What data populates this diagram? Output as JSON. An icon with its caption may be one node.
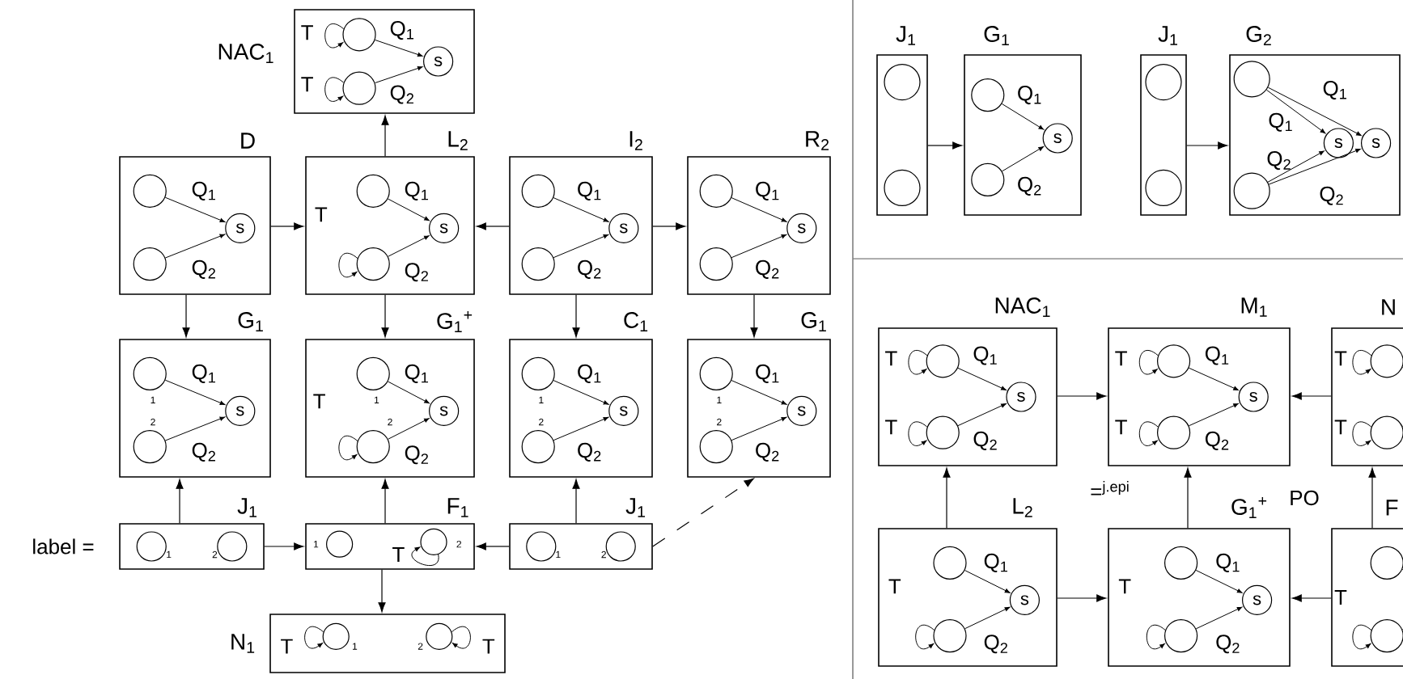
{
  "diagram": {
    "nodes": [
      {
        "text": [
          "NAC$_{1}$",
          "T",
          "Q$_{1}$",
          "s",
          "T",
          "Q$_{2}$"
        ]
      },
      {
        "text": [
          "D",
          "Q$_{1}$",
          "s",
          "Q$_{2}$"
        ]
      },
      {
        "text": [
          "L$_{2}$",
          "Q$_{1}$",
          "T",
          "s",
          "Q$_{2}$"
        ]
      },
      {
        "text": [
          "I$_{2}$",
          "Q$_{1}$",
          "s",
          "Q$_{2}$"
        ]
      },
      {
        "text": [
          "R$_{2}$",
          "Q$_{1}$",
          "s",
          "Q$_{2}$"
        ]
      },
      {
        "text": [
          "G$_{1}$",
          "Q$_{1}$",
          "1",
          "s",
          "2",
          "Q$_{2}$"
        ]
      },
      {
        "text": [
          "G$_{1}$$^{+}$",
          "Q$_{1}$",
          "1",
          "T",
          "2",
          "s",
          "Q$_{2}$"
        ]
      },
      {
        "text": [
          "C$_{1}$",
          "Q$_{1}$",
          "1",
          "s",
          "2",
          "Q$_{2}$"
        ]
      },
      {
        "text": [
          "G$_{1}$",
          "Q$_{1}$",
          "1",
          "s",
          "2",
          "Q$_{2}$"
        ]
      },
      {
        "text": [
          "J$_{1}$",
          "1",
          "2"
        ]
      },
      {
        "text": [
          "F$_{1}$",
          "1",
          "T",
          "2"
        ]
      },
      {
        "text": [
          "J$_{1}$",
          "1",
          "2"
        ]
      },
      {
        "text": [
          "N$_{1}$",
          "T",
          "1",
          "2",
          "T"
        ]
      },
      {
        "text": [
          "J$_{1}$"
        ]
      },
      {
        "text": [
          "G$_{1}$",
          "Q$_{1}$",
          "s",
          "Q$_{2}$"
        ]
      },
      {
        "text": [
          "J$_{1}$"
        ]
      },
      {
        "text": [
          "G$_{2}$",
          "Q$_{1}$",
          "Q$_{1}$",
          "s",
          "s",
          "Q$_{2}$",
          "Q$_{2}$"
        ]
      },
      {
        "text": [
          "NAC$_{1}$",
          "T",
          "Q$_{1}$",
          "s",
          "T",
          "Q$_{2}$"
        ]
      },
      {
        "text": [
          "M$_{1}$",
          "T",
          "Q$_{1}$",
          "s",
          "T",
          "Q$_{2}$"
        ]
      },
      {
        "text": [
          "N",
          "T",
          "T"
        ]
      },
      {
        "text": [
          "L$_{2}$",
          "Q$_{1}$",
          "T",
          "s",
          "Q$_{2}$"
        ]
      },
      {
        "text": [
          "G$_{1}$$^{+}$",
          "Q$_{1}$",
          "T",
          "s",
          "Q$_{2}$"
        ]
      },
      {
        "text": [
          "F",
          "T"
        ]
      }
    ],
    "edges": [
      {
        "from": 2,
        "to": 0,
        "arrow": "to"
      },
      {
        "from": 1,
        "to": 2,
        "arrow": "to"
      },
      {
        "from": 3,
        "to": 2,
        "arrow": "to"
      },
      {
        "from": 3,
        "to": 4,
        "arrow": "to"
      },
      {
        "from": 1,
        "to": 5,
        "arrow": "to"
      },
      {
        "from": 2,
        "to": 6,
        "arrow": "to"
      },
      {
        "from": 3,
        "to": 7,
        "arrow": "to"
      },
      {
        "from": 4,
        "to": 8,
        "arrow": "to"
      },
      {
        "from": 9,
        "to": 5,
        "arrow": "to"
      },
      {
        "from": 10,
        "to": 6,
        "arrow": "to"
      },
      {
        "from": 11,
        "to": 7,
        "arrow": "to"
      },
      {
        "from": 9,
        "to": 10,
        "arrow": "to"
      },
      {
        "from": 11,
        "to": 10,
        "arrow": "to"
      },
      {
        "from": 10,
        "to": 12,
        "arrow": "to"
      },
      {
        "from": 11,
        "to": 8,
        "arrow": "to",
        "style": "dashed"
      },
      {
        "from": 13,
        "to": 14,
        "arrow": "to"
      },
      {
        "from": 15,
        "to": 16,
        "arrow": "to"
      },
      {
        "from": 17,
        "to": 18,
        "arrow": "to"
      },
      {
        "from": 19,
        "to": 18,
        "arrow": "to"
      },
      {
        "from": 20,
        "to": 17,
        "arrow": "to"
      },
      {
        "from": 21,
        "to": 18,
        "arrow": "to"
      },
      {
        "from": 22,
        "to": 19,
        "arrow": "to"
      },
      {
        "from": 20,
        "to": 21,
        "arrow": "to"
      },
      {
        "from": 22,
        "to": 21,
        "arrow": "to"
      }
    ],
    "labels": [
      "label =",
      "=$^{j.epi}$",
      "PO"
    ]
  }
}
